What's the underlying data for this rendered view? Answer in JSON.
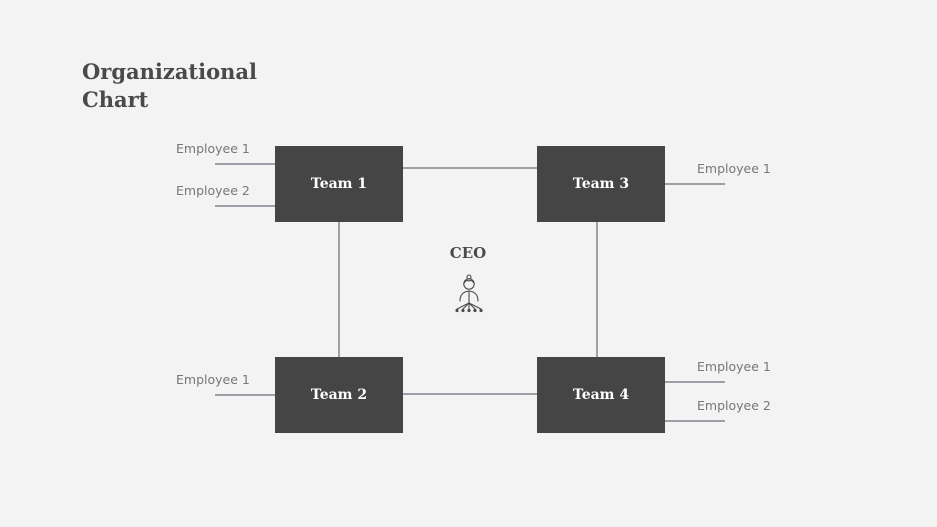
{
  "title": {
    "line1": "Organizational",
    "line2": "Chart"
  },
  "center": {
    "label": "CEO",
    "icon": "person-network-icon"
  },
  "colors": {
    "background": "#f3f3f3",
    "box": "#454545",
    "box_text": "#ffffff",
    "connector": "#6b6b7b",
    "title": "#4a4a4a",
    "employee_text": "#777777"
  },
  "teams": [
    {
      "name": "Team 1",
      "employees": [
        "Employee 1",
        "Employee 2"
      ]
    },
    {
      "name": "Team 2",
      "employees": [
        "Employee 1"
      ]
    },
    {
      "name": "Team 3",
      "employees": [
        "Employee 1"
      ]
    },
    {
      "name": "Team 4",
      "employees": [
        "Employee 1",
        "Employee 2"
      ]
    }
  ]
}
